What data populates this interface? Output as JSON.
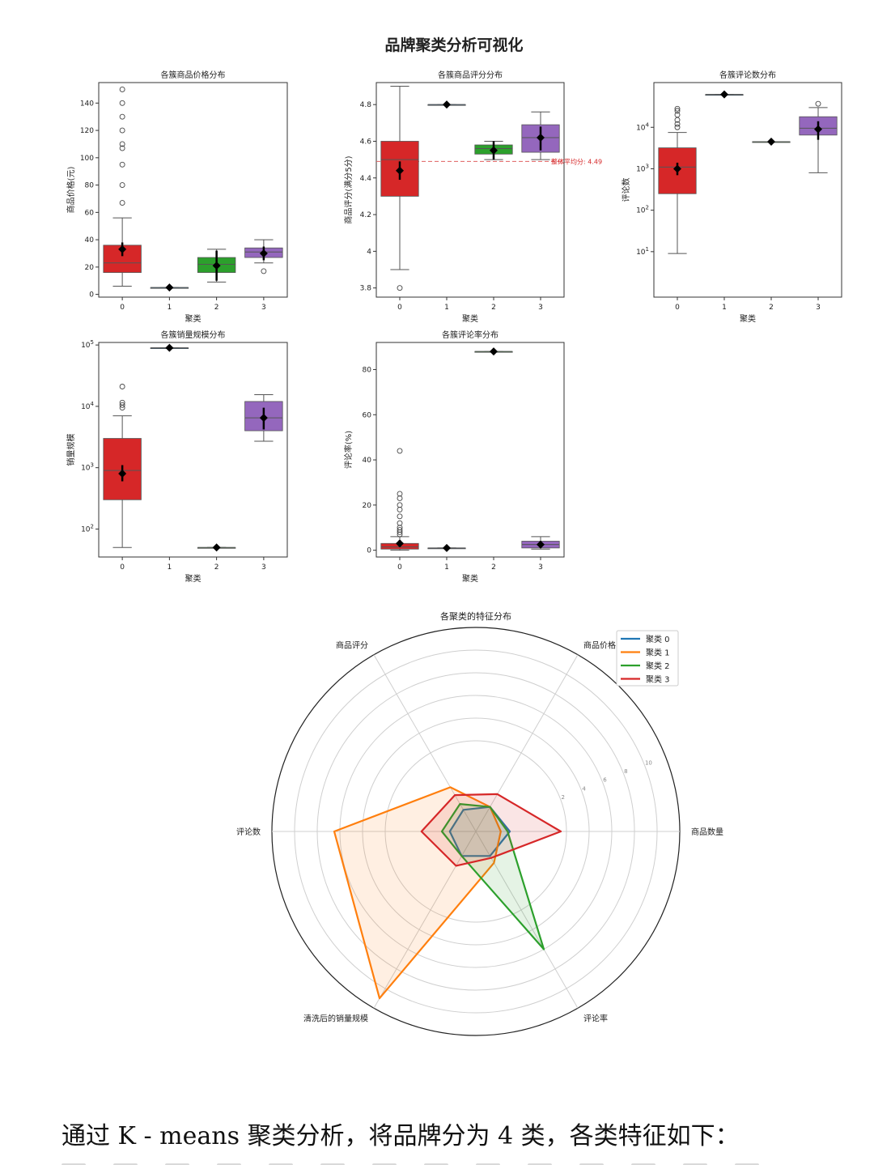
{
  "figure_title": "品牌聚类分析可视化",
  "colors": {
    "cluster0": "#d62728",
    "cluster1": "#1f77b4",
    "cluster2": "#2ca02c",
    "cluster3": "#9467bd",
    "radar": [
      "#1f77b4",
      "#ff7f0e",
      "#2ca02c",
      "#d62728"
    ]
  },
  "chart_data": [
    {
      "type": "box",
      "title": "各簇商品价格分布",
      "xlabel": "聚类",
      "ylabel": "商品价格(元)",
      "categories": [
        "0",
        "1",
        "2",
        "3"
      ],
      "ylim": [
        -2,
        155
      ],
      "yticks": [
        0,
        20,
        40,
        60,
        80,
        100,
        120,
        140
      ],
      "boxes": [
        {
          "q1": 16,
          "median": 23,
          "q3": 36,
          "whislo": 6,
          "whishi": 56,
          "mean": 33,
          "ci": [
            28,
            38
          ],
          "fliers": [
            67,
            80,
            95,
            107,
            110,
            120,
            130,
            140,
            150
          ]
        },
        {
          "q1": 5,
          "median": 5,
          "q3": 5,
          "whislo": 5,
          "whishi": 5,
          "mean": 5,
          "ci": [
            5,
            5
          ],
          "fliers": []
        },
        {
          "q1": 16,
          "median": 22,
          "q3": 27,
          "whislo": 9,
          "whishi": 33,
          "mean": 21,
          "ci": [
            10,
            32
          ],
          "fliers": []
        },
        {
          "q1": 27,
          "median": 31,
          "q3": 34,
          "whislo": 23,
          "whishi": 40,
          "mean": 30,
          "ci": [
            25,
            35
          ],
          "fliers": [
            17
          ]
        }
      ]
    },
    {
      "type": "box",
      "title": "各簇商品评分分布",
      "xlabel": "聚类",
      "ylabel": "商品评分(满分5分)",
      "categories": [
        "0",
        "1",
        "2",
        "3"
      ],
      "ylim": [
        3.75,
        4.92
      ],
      "yticks": [
        3.8,
        4.0,
        4.2,
        4.4,
        4.6,
        4.8
      ],
      "refline": {
        "value": 4.49,
        "label": "整体平均分: 4.49"
      },
      "boxes": [
        {
          "q1": 4.3,
          "median": 4.5,
          "q3": 4.6,
          "whislo": 3.9,
          "whishi": 4.9,
          "mean": 4.44,
          "ci": [
            4.39,
            4.49
          ],
          "fliers": [
            3.8
          ]
        },
        {
          "q1": 4.8,
          "median": 4.8,
          "q3": 4.8,
          "whislo": 4.8,
          "whishi": 4.8,
          "mean": 4.8,
          "ci": [
            4.8,
            4.8
          ],
          "fliers": []
        },
        {
          "q1": 4.53,
          "median": 4.56,
          "q3": 4.58,
          "whislo": 4.5,
          "whishi": 4.6,
          "mean": 4.55,
          "ci": [
            4.5,
            4.6
          ],
          "fliers": []
        },
        {
          "q1": 4.54,
          "median": 4.62,
          "q3": 4.69,
          "whislo": 4.5,
          "whishi": 4.76,
          "mean": 4.62,
          "ci": [
            4.55,
            4.68
          ],
          "fliers": []
        }
      ]
    },
    {
      "type": "box",
      "yscale": "log",
      "title": "各簇评论数分布",
      "xlabel": "聚类",
      "ylabel": "评论数",
      "categories": [
        "0",
        "1",
        "2",
        "3"
      ],
      "ylim": [
        0.8,
        120000
      ],
      "yticks": [
        10,
        100,
        1000,
        10000
      ],
      "boxes": [
        {
          "q1": 250,
          "median": 1100,
          "q3": 3200,
          "whislo": 9,
          "whishi": 7500,
          "mean": 1000,
          "ci": [
            700,
            1400
          ],
          "fliers": [
            10000,
            12000,
            15000,
            20000,
            25000,
            28000
          ]
        },
        {
          "q1": 62000,
          "median": 62000,
          "q3": 62000,
          "whislo": 62000,
          "whishi": 62000,
          "mean": 62000,
          "ci": [
            62000,
            62000
          ],
          "fliers": []
        },
        {
          "q1": 4500,
          "median": 4500,
          "q3": 4500,
          "whislo": 4500,
          "whishi": 4500,
          "mean": 4500,
          "ci": [
            4500,
            4500
          ],
          "fliers": []
        },
        {
          "q1": 6500,
          "median": 9500,
          "q3": 18000,
          "whislo": 800,
          "whishi": 30000,
          "mean": 9000,
          "ci": [
            5000,
            14000
          ],
          "fliers": [
            37000
          ]
        }
      ]
    },
    {
      "type": "box",
      "yscale": "log",
      "title": "各簇销量规模分布",
      "xlabel": "聚类",
      "ylabel": "销量规模",
      "categories": [
        "0",
        "1",
        "2",
        "3"
      ],
      "ylim": [
        35,
        110000
      ],
      "yticks": [
        100,
        1000,
        10000,
        100000
      ],
      "boxes": [
        {
          "q1": 300,
          "median": 900,
          "q3": 3000,
          "whislo": 50,
          "whishi": 7000,
          "mean": 800,
          "ci": [
            600,
            1100
          ],
          "fliers": [
            9500,
            10500,
            11500,
            21000
          ]
        },
        {
          "q1": 90000,
          "median": 90000,
          "q3": 90000,
          "whislo": 90000,
          "whishi": 90000,
          "mean": 90000,
          "ci": [
            90000,
            90000
          ],
          "fliers": []
        },
        {
          "q1": 50,
          "median": 50,
          "q3": 50,
          "whislo": 50,
          "whishi": 50,
          "mean": 50,
          "ci": [
            50,
            50
          ],
          "fliers": []
        },
        {
          "q1": 4000,
          "median": 6500,
          "q3": 12000,
          "whislo": 2700,
          "whishi": 15500,
          "mean": 6500,
          "ci": [
            4200,
            9500
          ],
          "fliers": []
        }
      ]
    },
    {
      "type": "box",
      "title": "各簇评论率分布",
      "xlabel": "聚类",
      "ylabel": "评论率(%)",
      "categories": [
        "0",
        "1",
        "2",
        "3"
      ],
      "ylim": [
        -3,
        92
      ],
      "yticks": [
        0,
        20,
        40,
        60,
        80
      ],
      "boxes": [
        {
          "q1": 0.5,
          "median": 1.5,
          "q3": 3,
          "whislo": 0,
          "whishi": 6,
          "mean": 3,
          "ci": [
            1.5,
            4.5
          ],
          "fliers": [
            7,
            8,
            9,
            10,
            12,
            15,
            18,
            20,
            23,
            25,
            44
          ]
        },
        {
          "q1": 1,
          "median": 1,
          "q3": 1,
          "whislo": 1,
          "whishi": 1,
          "mean": 1,
          "ci": [
            1,
            1
          ],
          "fliers": []
        },
        {
          "q1": 88,
          "median": 88,
          "q3": 88,
          "whislo": 88,
          "whishi": 88,
          "mean": 88,
          "ci": [
            88,
            88
          ],
          "fliers": []
        },
        {
          "q1": 1,
          "median": 2.5,
          "q3": 4,
          "whislo": 0.5,
          "whishi": 6,
          "mean": 2.5,
          "ci": [
            1.5,
            3.5
          ],
          "fliers": []
        }
      ]
    },
    {
      "type": "radar",
      "title": "各聚类的特征分布",
      "axes": [
        "商品数量",
        "商品价格",
        "商品评分",
        "评论数",
        "清洗后的销量规模",
        "评论率"
      ],
      "rlim": [
        -6,
        12
      ],
      "rticks": [
        2,
        4,
        6,
        8,
        10
      ],
      "series": [
        {
          "name": "聚类 0",
          "values": [
            -3,
            -3.5,
            -3.8,
            -3.7,
            -3.5,
            -3.5
          ]
        },
        {
          "name": "聚类 1",
          "values": [
            -3.8,
            -3.5,
            -1.5,
            6.5,
            11,
            -2.8
          ]
        },
        {
          "name": "聚类 2",
          "values": [
            -3.2,
            -3.5,
            -3.2,
            -3,
            -3.5,
            6
          ]
        },
        {
          "name": "聚类 3",
          "values": [
            1.5,
            -2.2,
            -2.3,
            -1.2,
            -2.5,
            -3.3
          ]
        }
      ]
    }
  ],
  "caption": "通过 K - means 聚类分析，将品牌分为 4 类，各类特征如下："
}
